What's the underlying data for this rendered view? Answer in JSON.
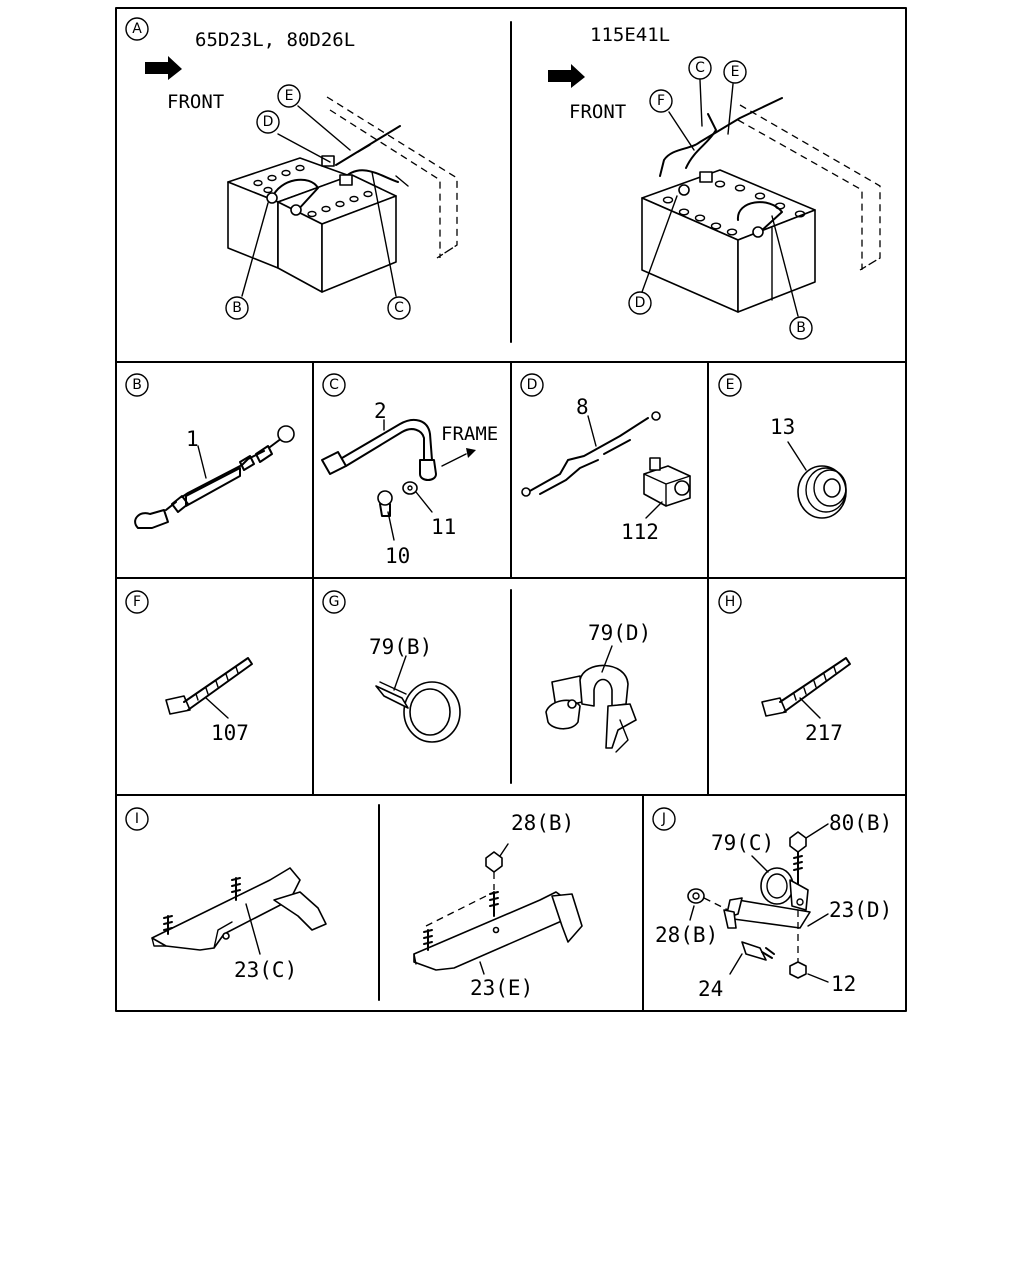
{
  "panel_a": {
    "left_title": "65D23L, 80D26L",
    "right_title": "115E41L",
    "front_label": "FRONT",
    "circles": [
      "A",
      "B",
      "C",
      "D",
      "E",
      "F"
    ]
  },
  "circles": [
    "B",
    "C",
    "D",
    "E",
    "F",
    "G",
    "H",
    "I",
    "J"
  ],
  "callouts": {
    "n1": "1",
    "n2": "2",
    "frame": "FRAME",
    "n10": "10",
    "n11": "11",
    "n8": "8",
    "n112": "112",
    "n13": "13",
    "n107": "107",
    "n79b": "79(B)",
    "n79d": "79(D)",
    "n217": "217",
    "n23c": "23(C)",
    "n28b": "28(B)",
    "n23e": "23(E)",
    "n79c": "79(C)",
    "n80b": "80(B)",
    "n23d": "23(D)",
    "n28b2": "28(B)",
    "n24": "24",
    "n12": "12"
  },
  "colors": {
    "line": "#000000",
    "background": "#ffffff"
  }
}
